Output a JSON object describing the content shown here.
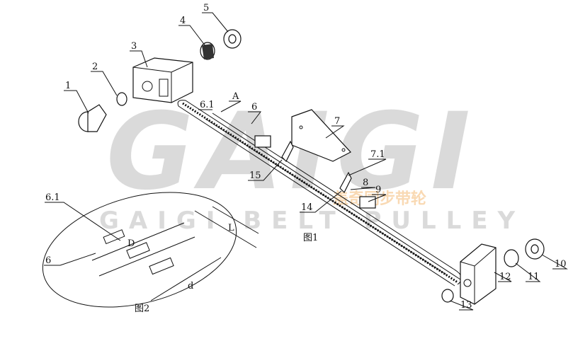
{
  "figure1": {
    "caption": "图1",
    "labels": [
      "1",
      "2",
      "3",
      "4",
      "5",
      "6.1",
      "A",
      "6",
      "7",
      "7.1",
      "8",
      "9",
      "15",
      "14",
      "10",
      "11",
      "12",
      "13"
    ]
  },
  "figure2": {
    "caption": "图2",
    "labels": {
      "hole": "6.1",
      "belt": "6",
      "pitch": "D",
      "length": "L",
      "width": "d"
    }
  },
  "watermark": {
    "logo": "GAIGI",
    "text": "GAIGI BELT PULLEY",
    "cn": "盖奇同步带轮",
    "accent": "#f0a040"
  }
}
